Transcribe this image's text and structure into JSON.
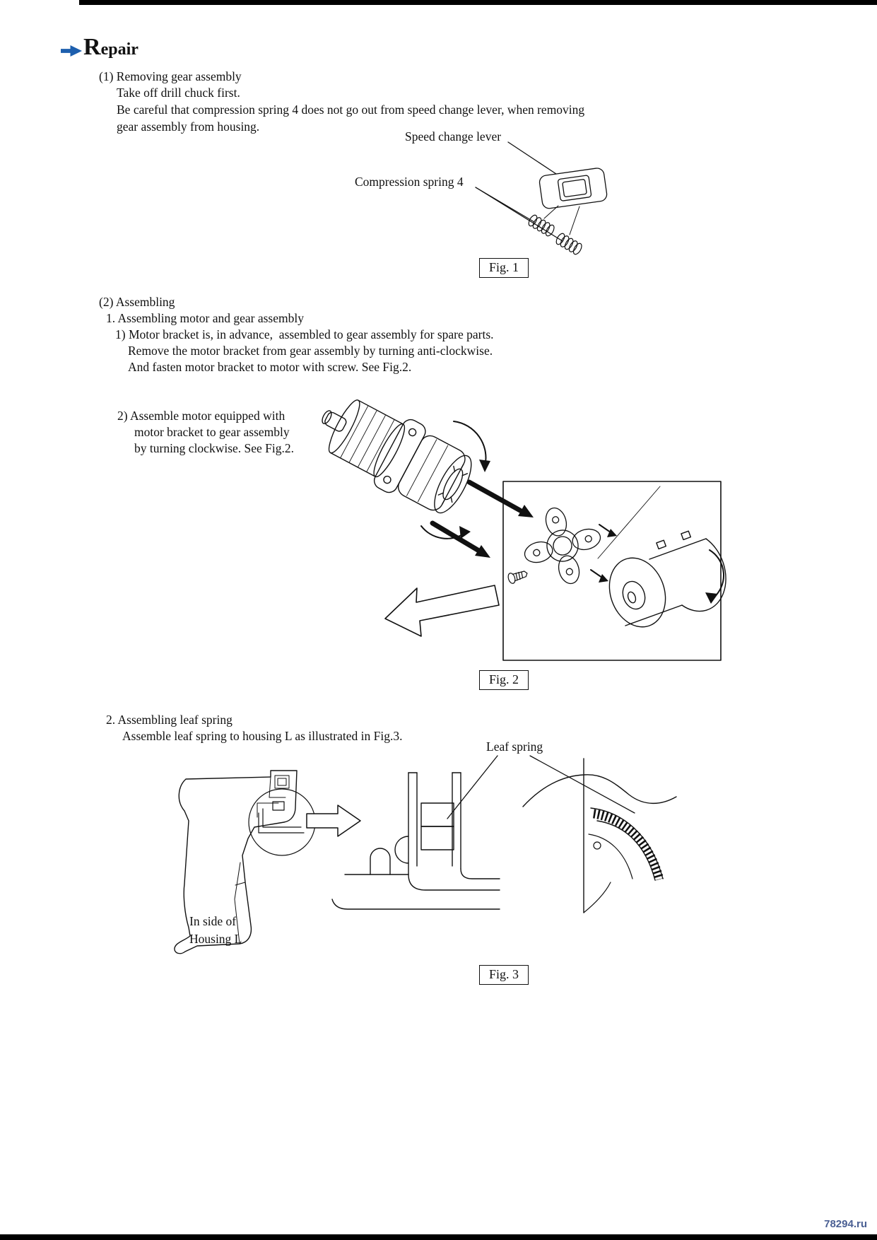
{
  "header": {
    "title_initial": "R",
    "title_rest": "epair"
  },
  "section_removing": {
    "heading": "(1) Removing gear assembly",
    "lines": [
      "Take off drill chuck first.",
      "Be careful that compression spring 4 does not go out from speed change lever, when removing",
      "gear assembly from housing."
    ]
  },
  "fig1": {
    "label_speed_change_lever": "Speed change lever",
    "label_compression_spring": "Compression spring 4",
    "caption": "Fig. 1"
  },
  "section_assembling": {
    "heading": "(2) Assembling",
    "sub_heading": "1. Assembling motor and gear assembly",
    "step1_lines": [
      "1) Motor bracket is, in advance,  assembled to gear assembly for spare parts.",
      "Remove the motor bracket from gear assembly by turning anti-clockwise.",
      "And fasten motor bracket to motor with screw. See Fig.2."
    ],
    "step2_lines": [
      "2) Assemble motor equipped with",
      "motor bracket to gear assembly",
      "by turning clockwise. See Fig.2."
    ]
  },
  "fig2": {
    "caption": "Fig. 2"
  },
  "section_leaf_spring": {
    "heading": "2. Assembling leaf spring",
    "line": "Assemble leaf spring to housing L as illustrated in Fig.3.",
    "label_leaf_spring": "Leaf spring",
    "label_inside_line1": "In side of",
    "label_inside_line2": "Housing L"
  },
  "fig3": {
    "caption": "Fig. 3"
  },
  "footer": {
    "watermark": "78294.ru"
  },
  "colors": {
    "accent_blue": "#1d5fae",
    "watermark_blue": "#4a5f93",
    "ink": "#111111"
  }
}
